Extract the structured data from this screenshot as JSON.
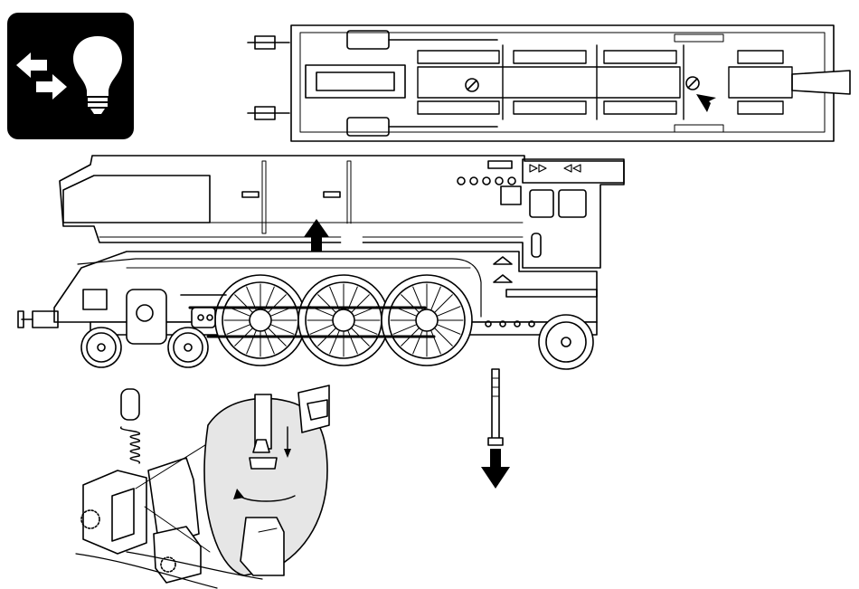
{
  "icons": {
    "bulb_badge": "swap-arrows-lightbulb-icon",
    "direction_marks": "direction-triangles-icon",
    "lift_arrow": "arrow-up-icon",
    "remove_arrow": "arrow-down-icon",
    "rotate_arrow": "rotate-arrow-icon",
    "pointer_arrow": "pointer-arrow-icon"
  },
  "colors": {
    "ink": "#000000",
    "paper": "#ffffff",
    "magnifier_fill": "#e6e6e6",
    "badge_fill": "#000000"
  },
  "views": [
    "underside-view",
    "side-view",
    "screw-removal-detail",
    "bulb-socket-detail"
  ]
}
